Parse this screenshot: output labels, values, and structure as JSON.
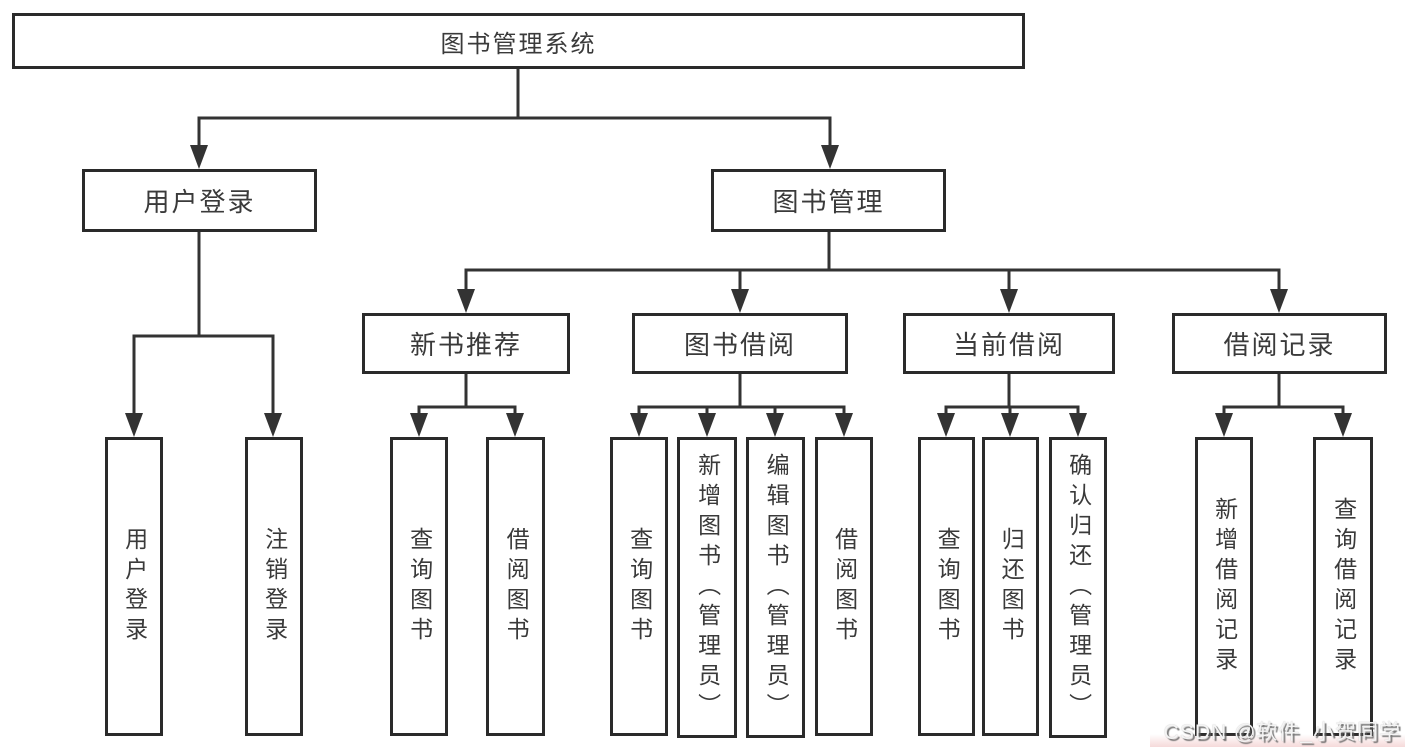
{
  "nodes": {
    "root": "图书管理系统",
    "user_login": "用户登录",
    "book_mgmt": "图书管理",
    "new_book_rec": "新书推荐",
    "book_borrow": "图书借阅",
    "current_borrow": "当前借阅",
    "borrow_records": "借阅记录",
    "ul_user_login": "用户登录",
    "ul_logout": "注销登录",
    "nbr_query_book": "查询图书",
    "nbr_borrow_book": "借阅图书",
    "bb_query_book": "查询图书",
    "bb_add_book": "新增图书（管理员）",
    "bb_edit_book": "编辑图书（管理员）",
    "bb_borrow_book": "借阅图书",
    "cb_query_book": "查询图书",
    "cb_return_book": "归还图书",
    "cb_confirm_return": "确认归还（管理员）",
    "br_add_record": "新增借阅记录",
    "br_query_record": "查询借阅记录"
  },
  "watermark": {
    "text": "CSDN @软件_小贺同学"
  },
  "colors": {
    "line": "#333333",
    "box_border": "#2a2a2a",
    "box_fill": "#ffffff",
    "text": "#3a3a3a",
    "watermark_text": "#f4f4f4",
    "watermark_shadow": "#5f5f5f"
  }
}
